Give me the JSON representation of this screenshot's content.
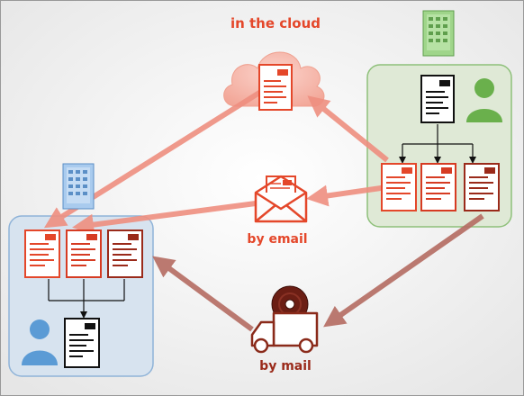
{
  "labels": {
    "cloud": "in the cloud",
    "email": "by email",
    "mail": "by mail"
  },
  "icons": {
    "cloud": "cloud-icon",
    "left_building": "office-building-icon",
    "right_building": "office-building-icon",
    "email": "envelope-with-letter-icon",
    "mail": "delivery-truck-with-disc-icon",
    "person": "person-icon",
    "document": "document-icon"
  },
  "colors": {
    "accent_red": "#e4472a",
    "dark_red": "#9a2a1a",
    "arrow_red": "#ef8f80",
    "arrow_brown": "#b56c62",
    "green_box_fill": "#dfe9d6",
    "green_box_border": "#8ec07a",
    "blue_box_fill": "#d7e3ef",
    "blue_box_border": "#8fb3d8",
    "person_green": "#6ab04c",
    "person_blue": "#5b9bd5",
    "building_green": "#7cc46a",
    "building_blue": "#7fb1e0",
    "background": "#eeeeee"
  }
}
